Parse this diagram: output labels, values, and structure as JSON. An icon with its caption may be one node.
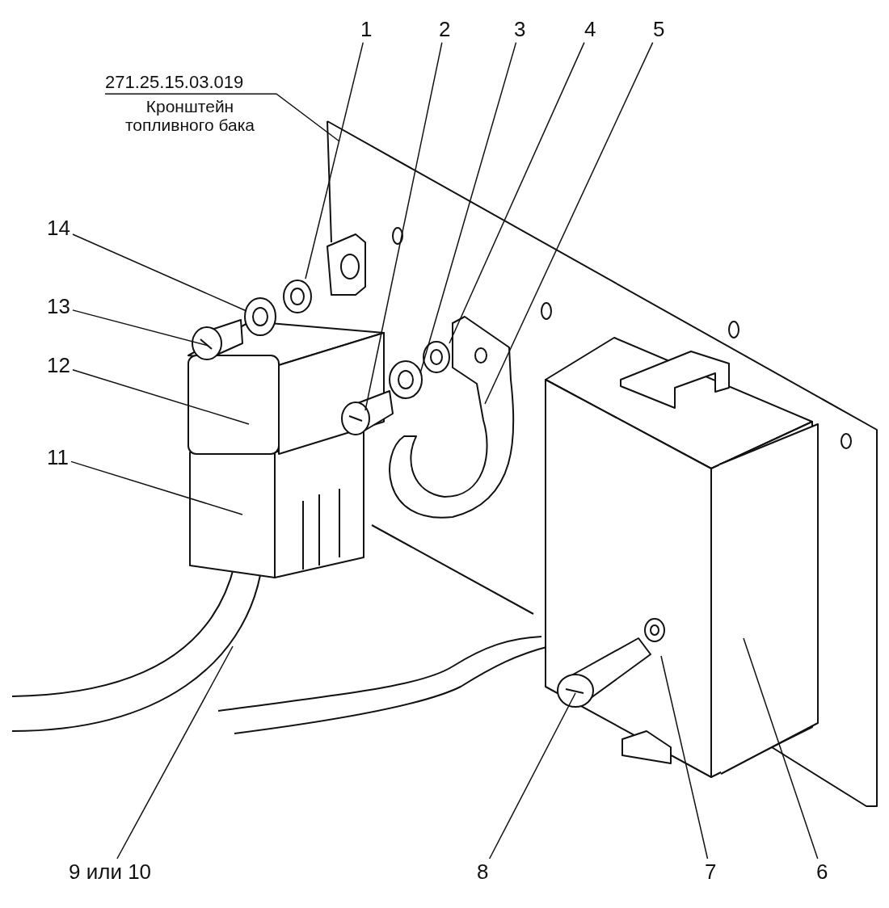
{
  "diagram": {
    "nodes": [
      {
        "text": [
          "271.25.15.03.019",
          "Кронштейн топливного бака"
        ]
      },
      {
        "text": [
          "1"
        ]
      },
      {
        "text": [
          "2"
        ]
      },
      {
        "text": [
          "3"
        ]
      },
      {
        "text": [
          "4"
        ]
      },
      {
        "text": [
          "5"
        ]
      },
      {
        "text": [
          "14"
        ]
      },
      {
        "text": [
          "13"
        ]
      },
      {
        "text": [
          "12"
        ]
      },
      {
        "text": [
          "11"
        ]
      },
      {
        "text": [
          "9 или 10"
        ]
      },
      {
        "text": [
          "8"
        ]
      },
      {
        "text": [
          "7"
        ]
      },
      {
        "text": [
          "6"
        ]
      }
    ],
    "edges": [
      {
        "from": 0,
        "to": null,
        "arrow": "none"
      },
      {
        "from": 1,
        "to": null,
        "arrow": "none"
      },
      {
        "from": 2,
        "to": null,
        "arrow": "none"
      },
      {
        "from": 3,
        "to": null,
        "arrow": "none"
      },
      {
        "from": 4,
        "to": null,
        "arrow": "none"
      },
      {
        "from": 5,
        "to": null,
        "arrow": "none"
      },
      {
        "from": 6,
        "to": null,
        "arrow": "none"
      },
      {
        "from": 7,
        "to": null,
        "arrow": "none"
      },
      {
        "from": 8,
        "to": null,
        "arrow": "none"
      },
      {
        "from": 9,
        "to": null,
        "arrow": "none"
      },
      {
        "from": 10,
        "to": null,
        "arrow": "none"
      },
      {
        "from": 11,
        "to": null,
        "arrow": "none"
      },
      {
        "from": 12,
        "to": null,
        "arrow": "none"
      },
      {
        "from": 13,
        "to": null,
        "arrow": "none"
      }
    ]
  }
}
